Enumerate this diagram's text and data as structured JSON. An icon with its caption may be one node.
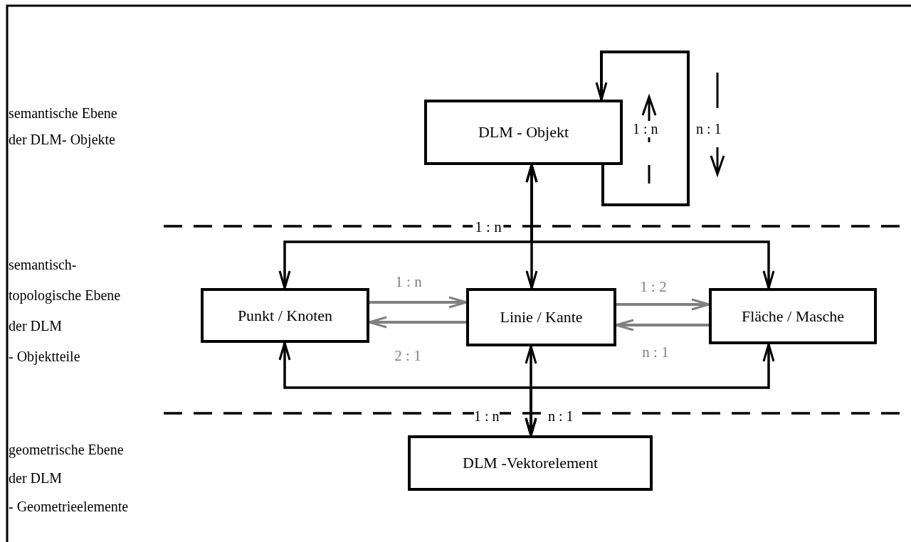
{
  "diagram": {
    "nodes": [
      {
        "text": [
          "DLM - Objekt"
        ]
      },
      {
        "text": [
          "Punkt / Knoten"
        ]
      },
      {
        "text": [
          "Linie / Kante"
        ]
      },
      {
        "text": [
          "Fläche / Masche"
        ]
      },
      {
        "text": [
          "DLM -Vektorelement"
        ]
      }
    ],
    "edges": [
      {
        "from": 0,
        "to": 0,
        "arrow": "to"
      },
      {
        "from": 0,
        "to": 1,
        "arrow": "both"
      },
      {
        "from": 0,
        "to": 2,
        "arrow": "both",
        "label": "1 : n"
      },
      {
        "from": 0,
        "to": 3,
        "arrow": "both"
      },
      {
        "from": 1,
        "to": 2,
        "arrow": "to",
        "label": "1 : n",
        "color": "#808080"
      },
      {
        "from": 2,
        "to": 1,
        "arrow": "to",
        "label": "2 : 1",
        "color": "#808080"
      },
      {
        "from": 2,
        "to": 3,
        "arrow": "to",
        "label": "1 : 2",
        "color": "#808080"
      },
      {
        "from": 3,
        "to": 2,
        "arrow": "to",
        "label": "n : 1",
        "color": "#808080"
      },
      {
        "from": 4,
        "to": 1,
        "arrow": "both"
      },
      {
        "from": 4,
        "to": 2,
        "arrow": "both"
      },
      {
        "from": 4,
        "to": 3,
        "arrow": "both"
      }
    ],
    "labels": [
      "semantische Ebene der DLM- Objekte",
      "1 : n",
      "n : 1",
      "semantisch- topologische Ebene der DLM - Objektteile",
      "1 : n",
      "n : 1",
      "geometrische Ebene der DLM - Geometrieelemente"
    ]
  }
}
